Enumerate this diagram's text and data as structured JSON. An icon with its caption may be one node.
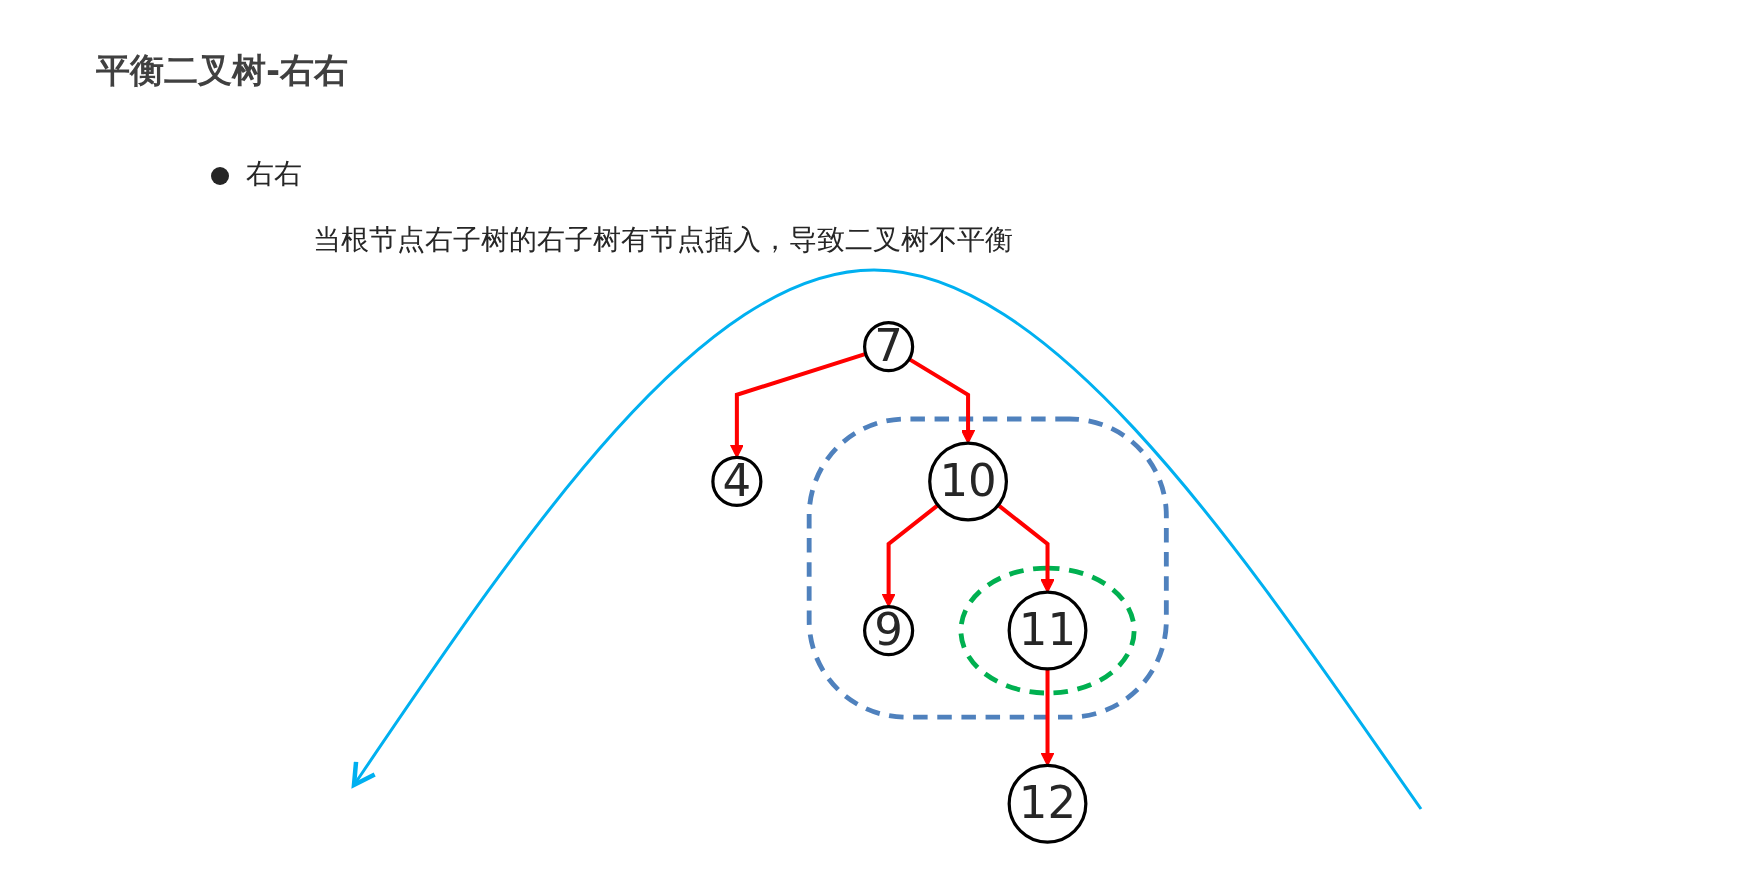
{
  "diagram": {
    "title": "平衡二叉树-右右",
    "nodes": [
      {
        "text": [
          "7"
        ]
      },
      {
        "text": [
          "4"
        ]
      },
      {
        "text": [],
        "shape": "sector"
      },
      {
        "text": [
          "10"
        ],
        "in": 2
      },
      {
        "text": [
          "9"
        ],
        "in": 2
      },
      {
        "text": [],
        "shape": "sector",
        "in": 2
      },
      {
        "text": [
          "11"
        ],
        "in": 5
      },
      {
        "text": [
          "12"
        ]
      }
    ],
    "edges": [
      {
        "from": 0,
        "to": 1,
        "arrow": "to"
      },
      {
        "from": 0,
        "to": 3,
        "arrow": "to"
      },
      {
        "from": 3,
        "to": 4,
        "arrow": "to"
      },
      {
        "from": 3,
        "to": 6,
        "arrow": "to"
      },
      {
        "from": 6,
        "to": 7,
        "arrow": "to"
      }
    ],
    "labels": [
      "右右",
      "当根节点右子树的右子树有节点插入，导致二叉树不平衡"
    ]
  }
}
